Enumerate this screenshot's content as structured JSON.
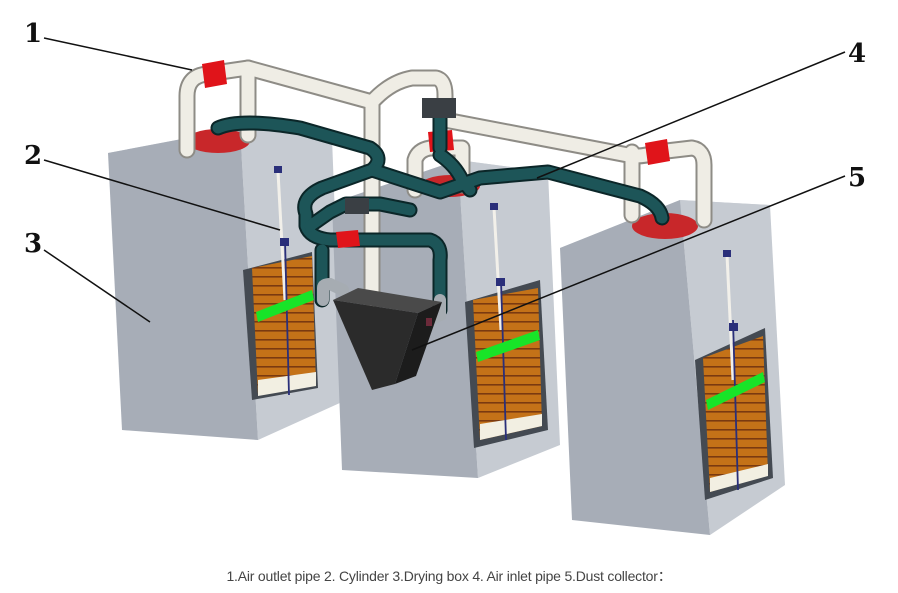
{
  "labels": {
    "n1": "1",
    "n2": "2",
    "n3": "3",
    "n4": "4",
    "n5": "5"
  },
  "caption": "1.Air outlet pipe 2. Cylinder 3.Drying box 4. Air inlet pipe 5.Dust collector：",
  "colors": {
    "box_front": "#a7adb7",
    "box_side": "#c6cbd2",
    "box_top": "#d3d7dd",
    "outlet_pipe": "#f0eee6",
    "inlet_pipe": "#17474a",
    "flange": "#e0141a",
    "damper": "#c47218",
    "indicator_bar": "#18e428",
    "collector": "#303030"
  }
}
